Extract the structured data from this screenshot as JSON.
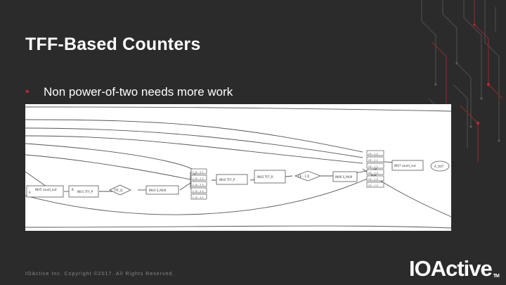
{
  "slide": {
    "title": "TFF-Based Counters",
    "bullet": "Non power-of-two needs more work"
  },
  "diagram": {
    "node_labels": {
      "ce_top": [
        "CE - 1 0",
        "CE - 1 1",
        "CE - 1 2",
        "CE - 1 3",
        "CE - 1 4",
        "CE - 1 5"
      ],
      "ce_mid": [
        "C_B - 2 1",
        "C_B - 2 2",
        "C_B - 2 3",
        "C_B - 2 4",
        "C_B - 2 5"
      ],
      "block1": "INV1 TFF_P",
      "block2": "INV2 TFF_R",
      "block3": "INV3 S_MUX",
      "block4": "INV4 TFF_P",
      "block5": "INV5 count_out",
      "block6": "INV6 S_MUX",
      "block7": "INV7 count_out",
      "gate1": "TFF_Q",
      "gate2": "CE - 1 Q",
      "port_in": "A",
      "port_in2": "B",
      "out_node": "A_OUT"
    }
  },
  "footer": {
    "copyright": "IOActive Inc. Copyright ©2017. All Rights Reserved."
  },
  "logo": {
    "text": "IOActive",
    "tm": "TM"
  },
  "colors": {
    "background": "#2b2b2b",
    "accent": "#c4262e",
    "text": "#ffffff",
    "footer_text": "#8a8a8a"
  }
}
